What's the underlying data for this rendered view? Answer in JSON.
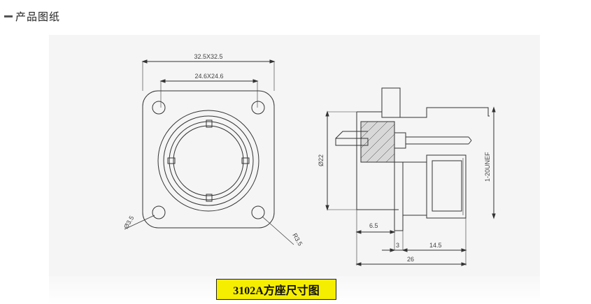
{
  "header": {
    "title": "产品图纸"
  },
  "drawing": {
    "front_view": {
      "outer_dim": "32.5X32.5",
      "hole_dim": "24.6X24.6",
      "hole_dia": "Ø3.5",
      "corner_radius": "R3.5"
    },
    "side_view": {
      "body_dia": "Ø22",
      "thread": "1-20UNEF",
      "dim_a": "6.5",
      "dim_b": "3",
      "dim_c": "14.5",
      "dim_total": "26"
    }
  },
  "caption": {
    "text": "3102A方座尺寸图"
  },
  "colors": {
    "caption_bg": "#f5ee00",
    "panel_bg": "#f5f5f5",
    "line": "#333333"
  }
}
